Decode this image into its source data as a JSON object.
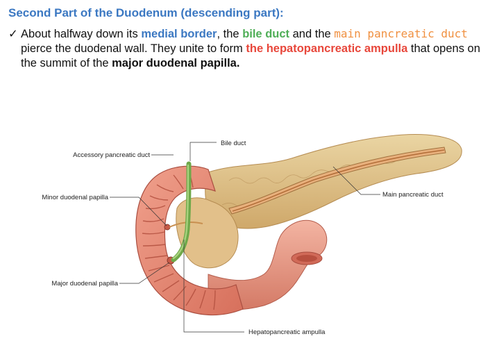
{
  "slide": {
    "title": "Second Part of the Duodenum (descending part):",
    "bullet": {
      "check_icon": "check-mark-icon",
      "p1": "About halfway down its ",
      "medial_border": "medial border",
      "p2": ", the ",
      "bile_duct": "bile duct",
      "p3": " and the ",
      "main_pancreatic_duct": "main pancreatic duct",
      "p4": " pierce the duodenal wall. They unite to form ",
      "hepatopancreatic_ampulla": "the hepatopancreatic ampulla",
      "p5": " that opens on the summit of the ",
      "major_duodenal_papilla": "major duodenal papilla.",
      "colors": {
        "blue": "#3b78c2",
        "green": "#4fae57",
        "orange": "#f09040",
        "red": "#e8473b"
      }
    }
  },
  "figure": {
    "labels": {
      "bile_duct": "Bile duct",
      "accessory_pancreatic_duct": "Accessory pancreatic duct",
      "minor_duodenal_papilla": "Minor duodenal papilla",
      "main_pancreatic_duct": "Main pancreatic duct",
      "major_duodenal_papilla": "Major duodenal papilla",
      "hepatopancreatic_ampulla": "Hepatopancreatic ampulla"
    }
  }
}
